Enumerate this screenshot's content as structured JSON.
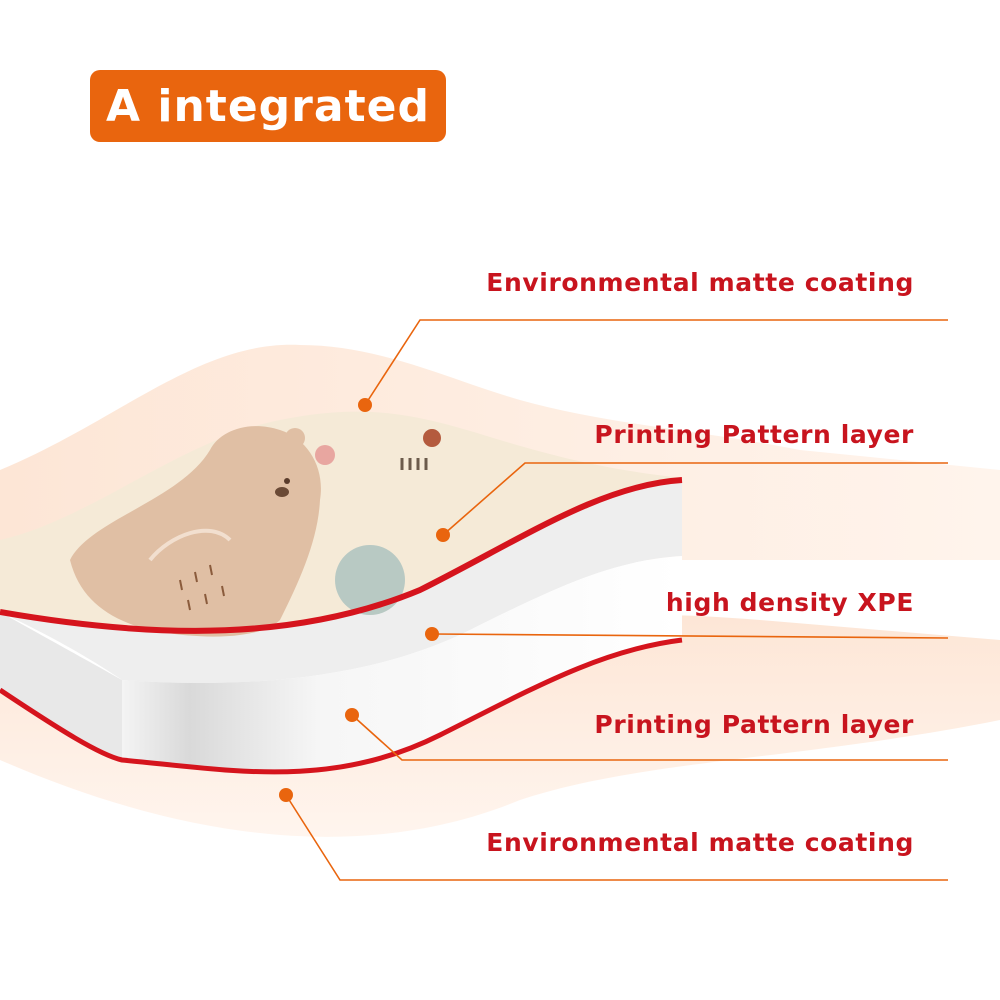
{
  "title": "A integrated",
  "colors": {
    "badge": "#e9650e",
    "label_text": "#c8141e",
    "leader": "#e9650e",
    "coating": "#fde3d2",
    "edge_red": "#d5141d",
    "foam": "#ededed",
    "print_surface": "#f5ead7"
  },
  "layers": [
    {
      "label": "Environmental matte coating"
    },
    {
      "label": "Printing Pattern layer"
    },
    {
      "label": "high density XPE"
    },
    {
      "label": "Printing Pattern layer"
    },
    {
      "label": "Environmental matte coating"
    }
  ]
}
